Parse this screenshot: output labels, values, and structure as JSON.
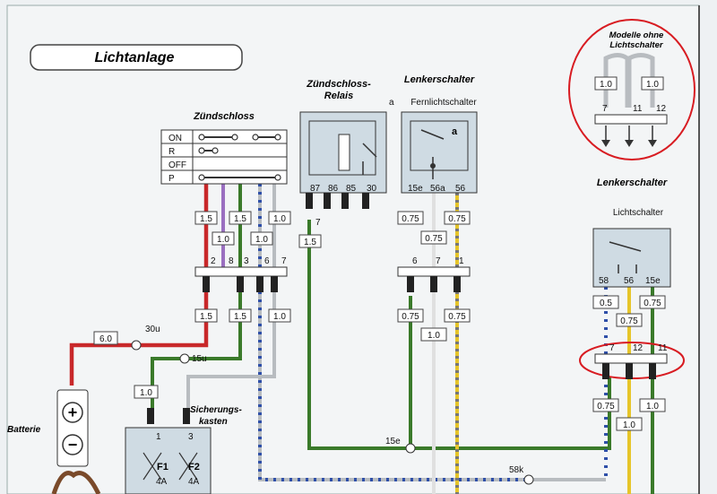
{
  "title": "Lichtanlage",
  "zuendschloss": {
    "label": "Zündschloss",
    "rows": [
      "ON",
      "R",
      "OFF",
      "P"
    ],
    "pins": [
      "2",
      "8",
      "3",
      "6",
      "7"
    ],
    "wires_upper": [
      "1.5",
      "1.5",
      "1.0",
      "1.0",
      "1.0"
    ],
    "wires_lower": [
      "1.5",
      "1.5",
      "1.0"
    ]
  },
  "relais": {
    "label_line1": "Zündschloss-",
    "label_line2": "Relais",
    "pins": [
      "87",
      "86",
      "85",
      "30"
    ],
    "mark": "a",
    "out_pin": "7",
    "wire": "1.5"
  },
  "lenkerschalter_fern": {
    "title": "Lenkerschalter",
    "subtitle": "Fernlichtschalter",
    "pins": [
      "15e",
      "56a",
      "56"
    ],
    "mark": "a",
    "wires": [
      "0.75",
      "0.75",
      "0.75"
    ],
    "connector": [
      "6",
      "7",
      "1"
    ],
    "wires_lower": [
      "0.75",
      "0.75",
      "1.0"
    ]
  },
  "modelle": {
    "title_line1": "Modelle ohne",
    "title_line2": "Lichtschalter",
    "wires": [
      "1.0",
      "1.0"
    ],
    "pins": [
      "7",
      "11",
      "12"
    ]
  },
  "lenkerschalter_licht": {
    "title": "Lenkerschalter",
    "subtitle": "Lichtschalter",
    "pins": [
      "58",
      "56",
      "15e"
    ],
    "wires": [
      "0.5",
      "0.75",
      "0.75"
    ],
    "connector": [
      "7",
      "12",
      "11"
    ],
    "wires_lower": [
      "0.75",
      "1.0",
      "1.0"
    ]
  },
  "battery": {
    "label": "Batterie",
    "wire": "6.0",
    "node": "30u"
  },
  "fuse": {
    "label_line1": "Sicherungs-",
    "label_line2": "kasten",
    "wire": "1.0",
    "node": "15u",
    "pins": [
      "1",
      "3"
    ],
    "f1": "F1",
    "f2": "F2",
    "rating": "4A"
  },
  "nodes": {
    "n15e": "15e",
    "n58k": "58k"
  },
  "colors": {
    "red": "#c8282a",
    "green": "#3a7a2a",
    "violet": "#9a6fc0",
    "grey": "#b8bcc0",
    "blue_dash": "#2e4fa8",
    "yellow": "#e6c52a",
    "panel": "#cfdbe3",
    "highlight": "#d81c22"
  }
}
